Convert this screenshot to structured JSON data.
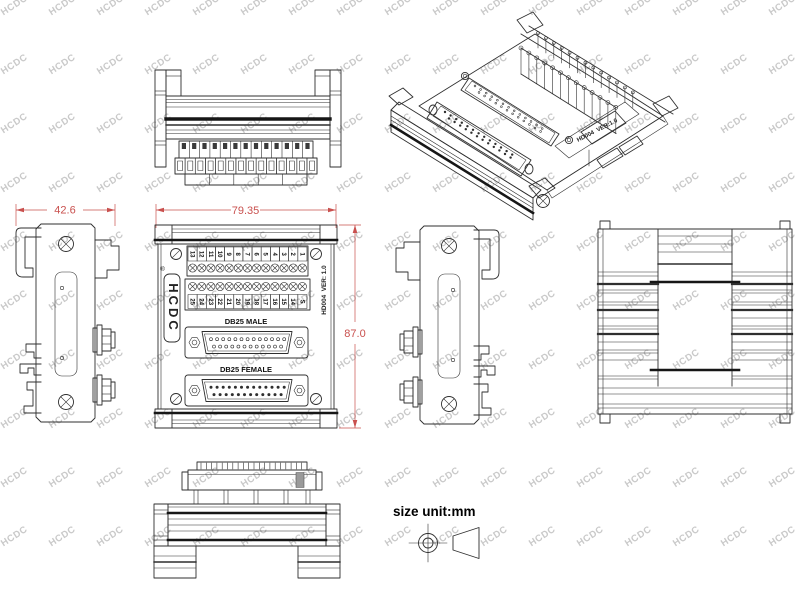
{
  "drawing": {
    "watermark": "HCDC",
    "brand": "HCDC",
    "brand_registered": "®",
    "model_label": "HD004  VER: 1.0",
    "iso_model_label": "HD004  VER:1.0",
    "unit_note": "size unit:mm",
    "colors": {
      "line": "#2f2f2f",
      "dimension_red": "#c9504e",
      "watermark_gray": "#c9c9c9"
    },
    "dimensions": {
      "width_overall": "79.35",
      "height_overall": "87.0",
      "depth_overall": "42.6"
    },
    "connectors": {
      "male_label": "DB25 MALE",
      "female_label": "DB25 FEMALE"
    },
    "terminals": {
      "row1": [
        "13",
        "12",
        "11",
        "10",
        "9",
        "8",
        "7",
        "6",
        "5",
        "4",
        "3",
        "2",
        "1"
      ],
      "row2": [
        "25",
        "24",
        "23",
        "22",
        "21",
        "20",
        "19",
        "18",
        "17",
        "16",
        "15",
        "14",
        "S"
      ]
    }
  }
}
